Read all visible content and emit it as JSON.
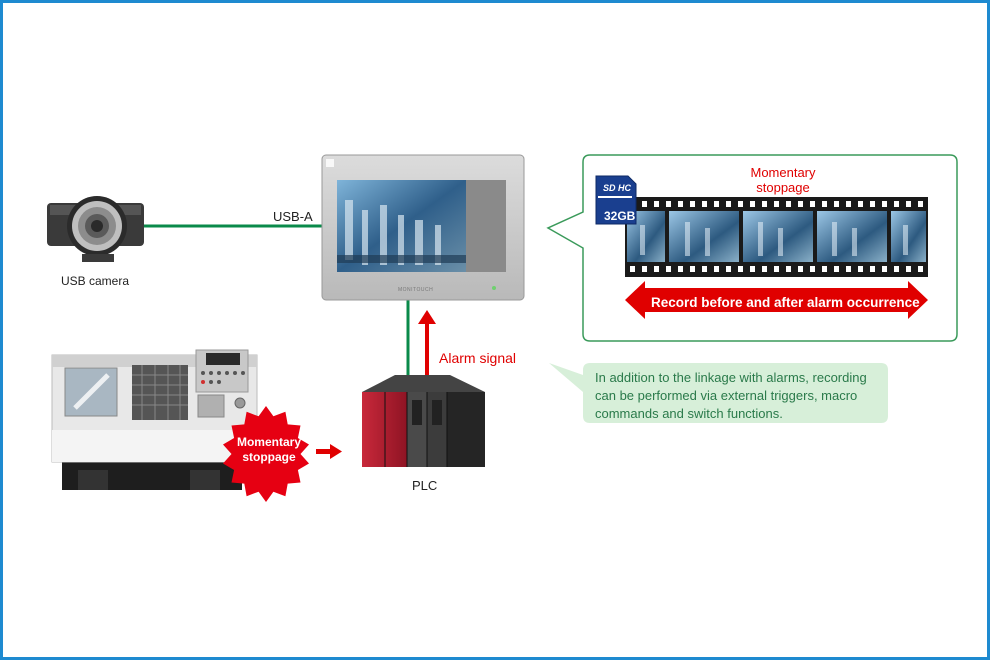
{
  "diagram": {
    "usb_connection_label": "USB-A",
    "camera_label": "USB camera",
    "alarm_signal_label": "Alarm signal",
    "plc_label": "PLC",
    "callout_title": "Momentary stoppage",
    "record_arrow_label": "Record before and after alarm occurrence",
    "stoppage_badge_label": "Momentary stoppage",
    "note_text": "In addition to the linkage with alarms, recording can be performed via external triggers, macro commands and switch functions.",
    "sd_card_brand": "SD HC",
    "sd_card_capacity": "32GB",
    "screen_brand": "MONITOUCH"
  },
  "colors": {
    "frame_border": "#1e8ad0",
    "connection_green": "#0a8a4a",
    "alarm_red": "#e00000",
    "callout_border": "#3a9a5a",
    "note_background": "#d7efd9"
  }
}
